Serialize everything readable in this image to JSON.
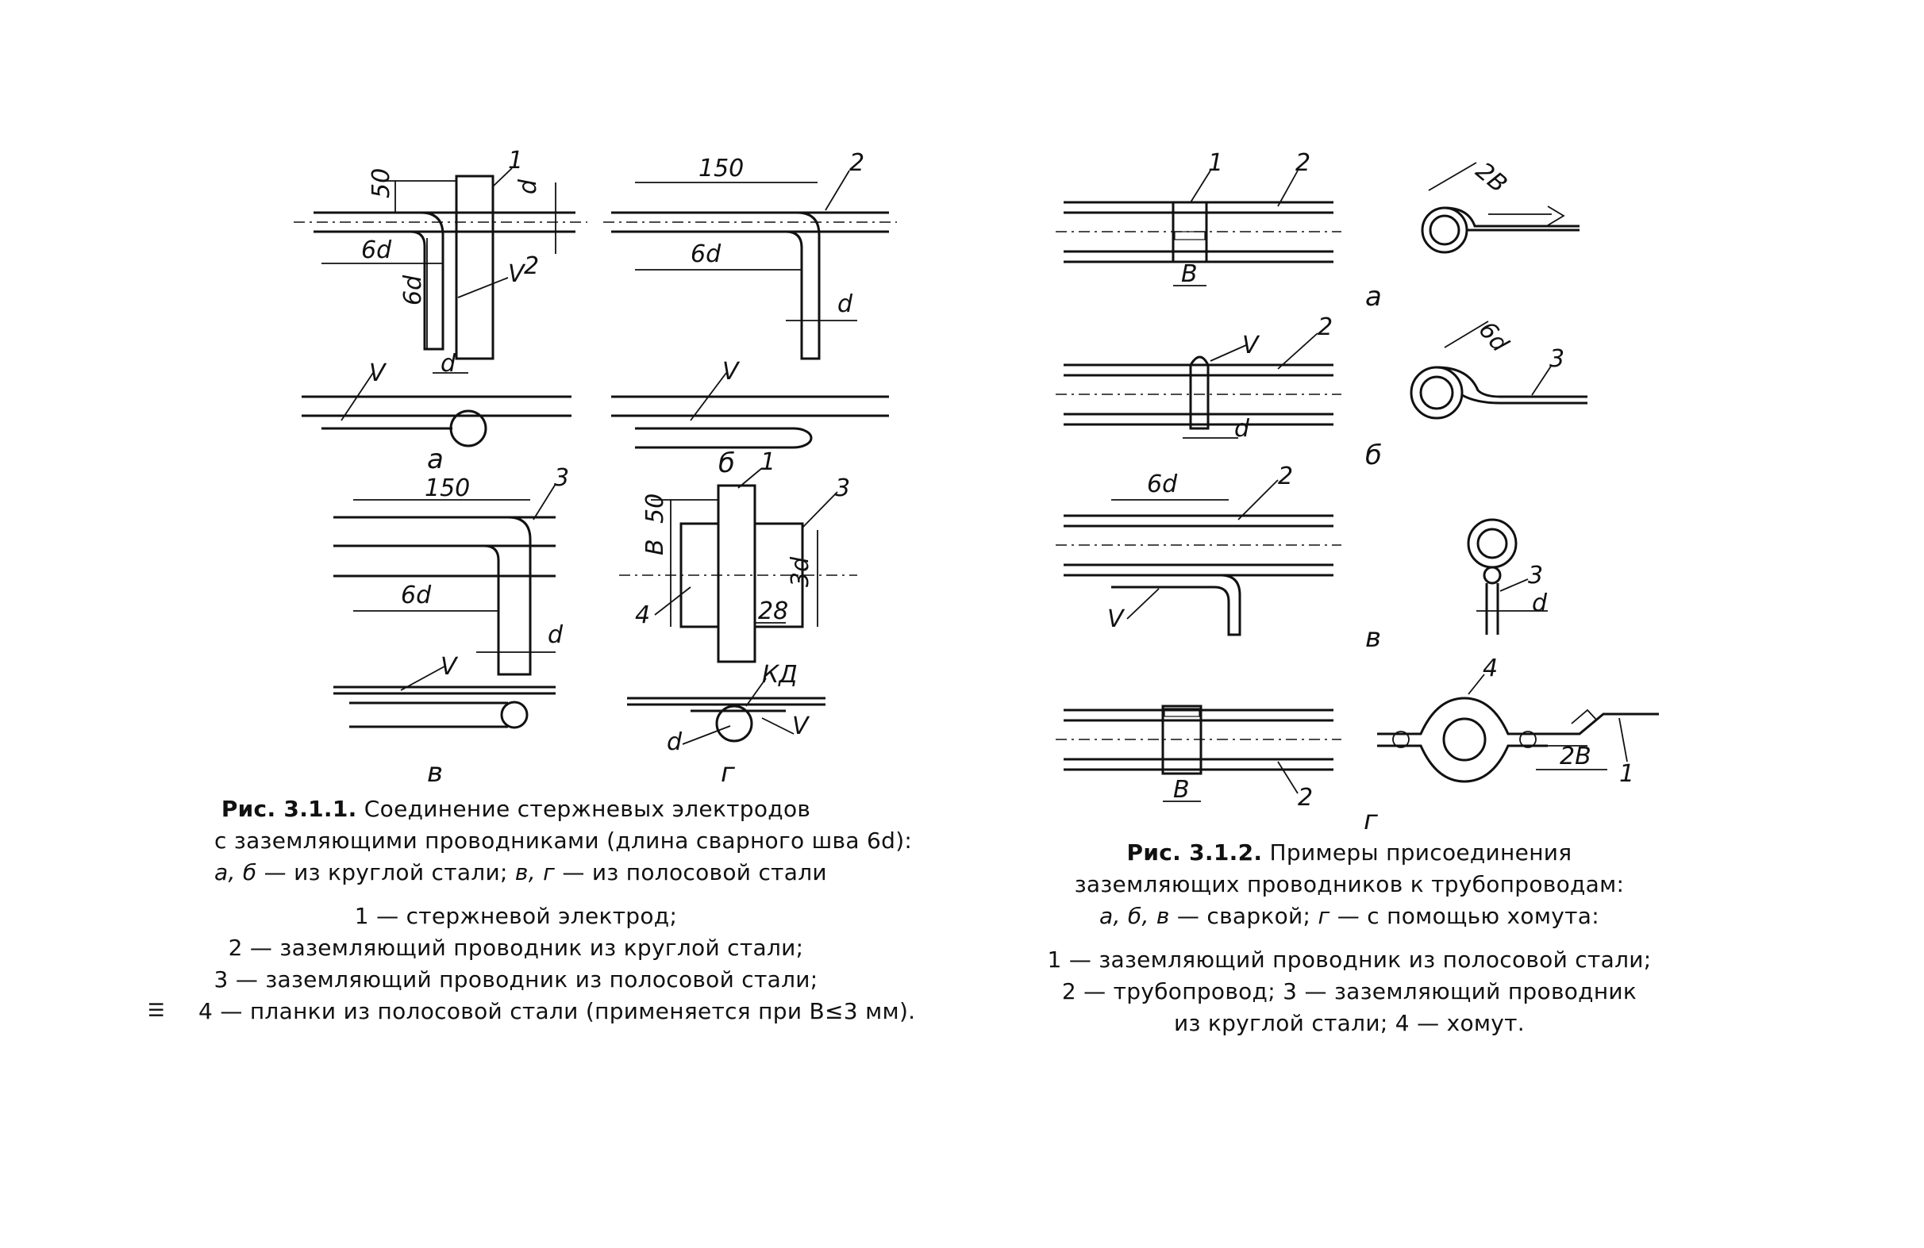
{
  "figure_1": {
    "caption_head": "Рис. 3.1.1.",
    "caption_title_1": "Соединение стержневых электродов",
    "caption_title_2": "с заземляющими проводниками (длина сварного шва 6d):",
    "caption_sub_ab": "а, б",
    "caption_sub_ab_text": " — из круглой стали; ",
    "caption_sub_vg": "в, г",
    "caption_sub_vg_text": " — из полосовой стали",
    "legend_1": "1 — стержневой электрод;",
    "legend_2": "2 — заземляющий проводник из круглой стали;",
    "legend_3": "3 — заземляющий проводник из полосовой стали;",
    "legend_4": "4 — планки из полосовой стали (применяется при В≤3 мм).",
    "sub_a": "а",
    "sub_b": "б",
    "sub_v": "в",
    "sub_g": "г",
    "labels": {
      "n1": "1",
      "n2": "2",
      "n3": "3",
      "n4": "4",
      "dim50": "50",
      "dim150": "150",
      "dim6d": "6d",
      "dimd": "d",
      "dimB": "В",
      "dim3d": "3d",
      "dim28": "28",
      "weld": "V",
      "kd": "КД"
    }
  },
  "figure_2": {
    "caption_head": "Рис. 3.1.2.",
    "caption_title_1": "Примеры присоединения",
    "caption_title_2": "заземляющих проводников к трубопроводам:",
    "caption_sub_abv": "а, б, в",
    "caption_sub_abv_text": " — сваркой; ",
    "caption_sub_g": "г",
    "caption_sub_g_text": " — с помощью хомута:",
    "legend_1": "1 — заземляющий проводник из полосовой стали;",
    "legend_2": "2 — трубопровод; 3 — заземляющий проводник",
    "legend_3": "из круглой стали; 4 — хомут.",
    "sub_a": "а",
    "sub_b": "б",
    "sub_v": "в",
    "sub_g": "г",
    "labels": {
      "n1": "1",
      "n2": "2",
      "n3": "3",
      "n4": "4",
      "dimB": "В",
      "dim2B": "2В",
      "dim6d": "6d",
      "dimd": "d"
    }
  },
  "page_marks": "III"
}
